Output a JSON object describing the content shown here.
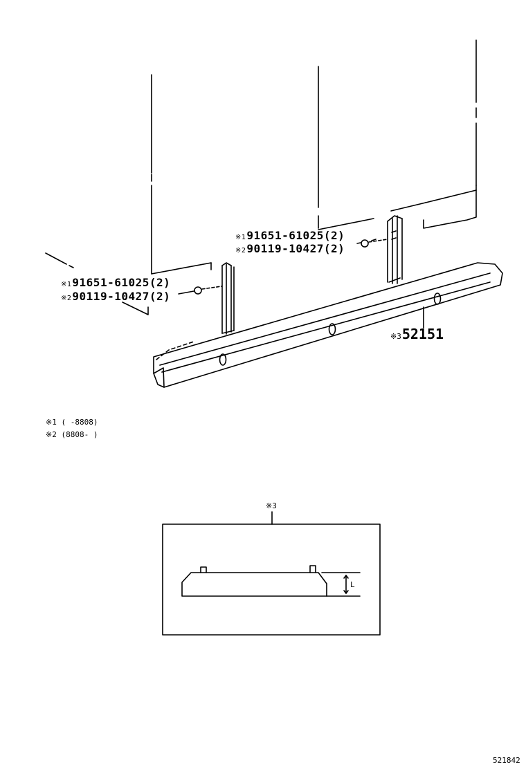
{
  "callouts": [
    {
      "marker": "※1",
      "part": "91651-61025(2)"
    },
    {
      "marker": "※2",
      "part": "90119-10427(2)"
    },
    {
      "marker": "※1",
      "part": "91651-61025(2)"
    },
    {
      "marker": "※2",
      "part": "90119-10427(2)"
    }
  ],
  "main_part": {
    "marker": "※3",
    "part": "52151"
  },
  "notes": [
    "※1 (     -8808)",
    "※2 (8808-     )"
  ],
  "detail": {
    "title": "※3",
    "dim_label": "L"
  },
  "figure_number": "521842"
}
